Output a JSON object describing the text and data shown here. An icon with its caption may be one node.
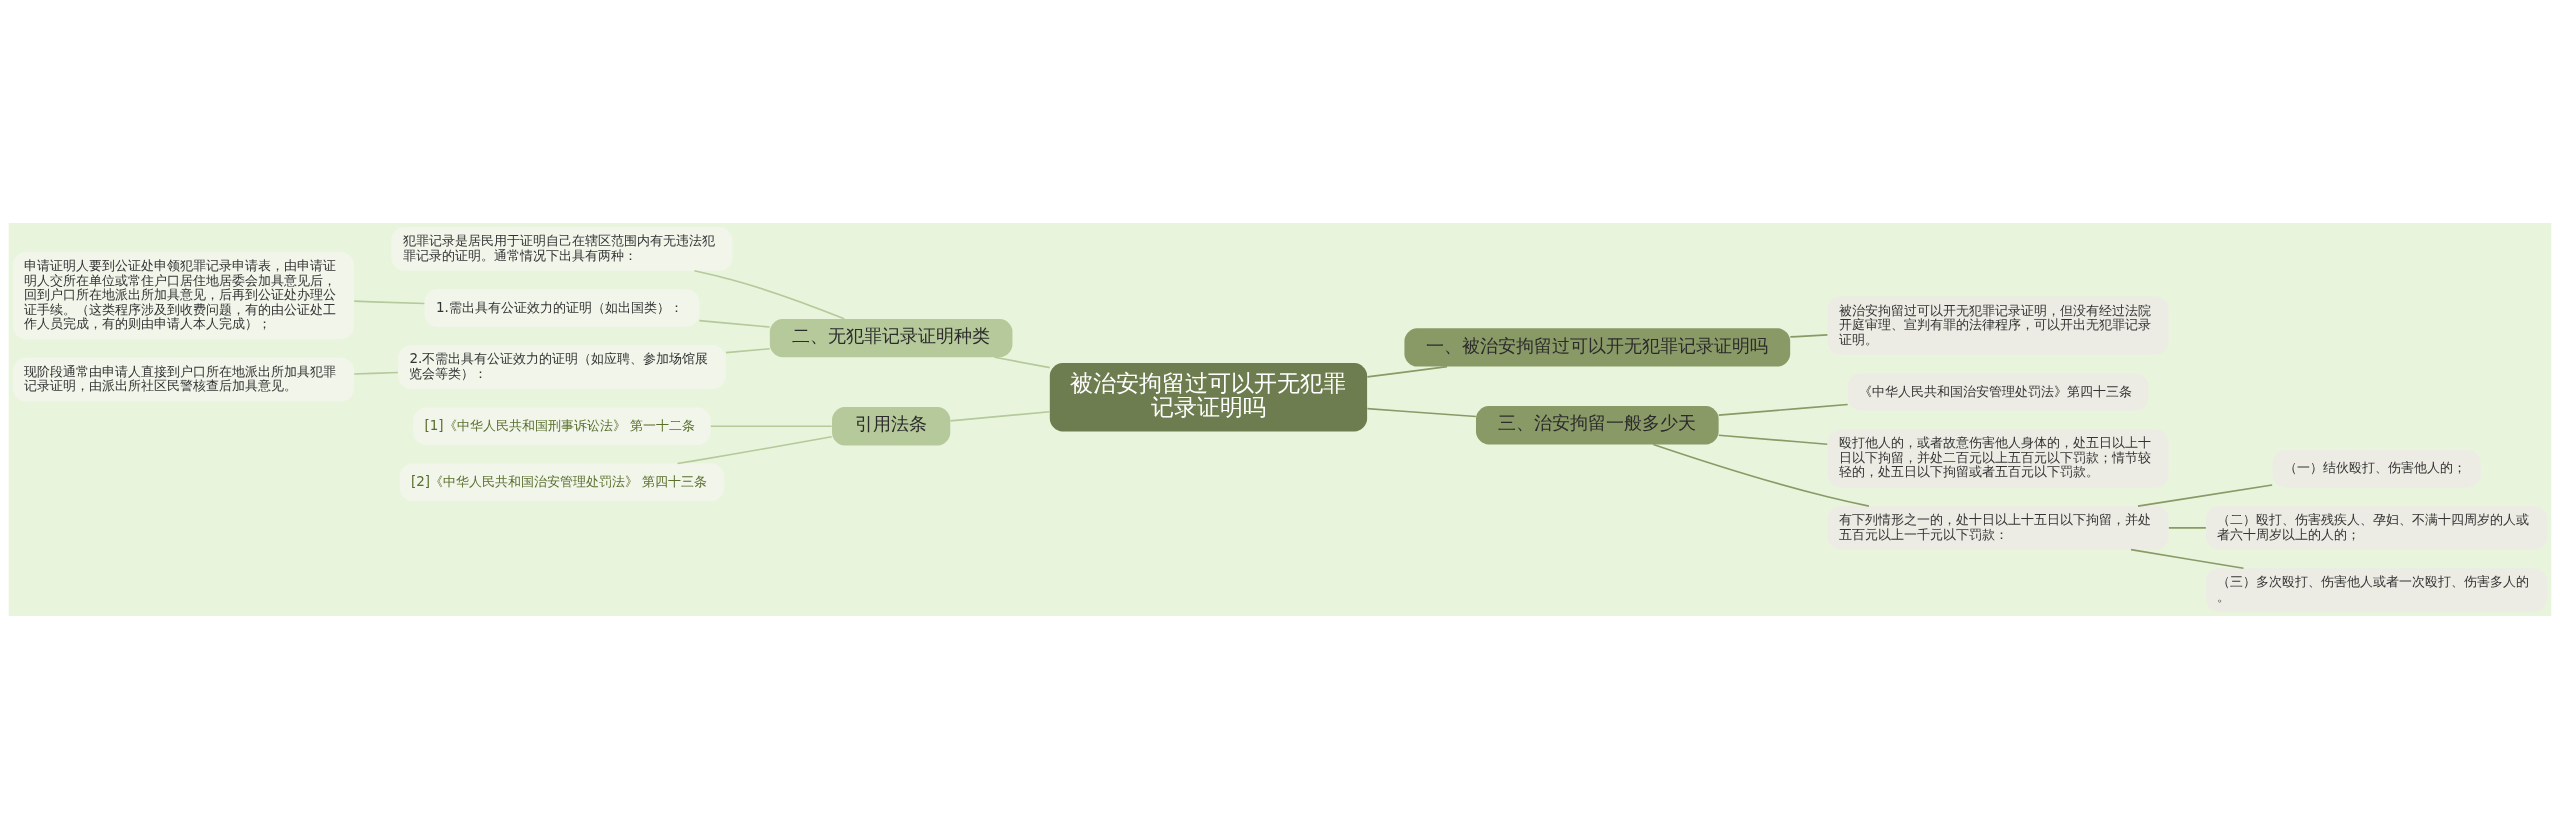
{
  "diagram": {
    "nodes": [
      {
        "text": [
          "被治安拘留过可以开无犯罪记录证明吗"
        ]
      },
      {
        "text": [
          "一、被治安拘留过可以开无犯罪记录证明吗"
        ]
      },
      {
        "text": [
          "被治安拘留过可以开无犯罪记录证明，但没有经过法院开庭审理、宣判有罪的法律程序，可以开出无犯罪记录证明。"
        ]
      },
      {
        "text": [
          "二、无犯罪记录证明种类"
        ]
      },
      {
        "text": [
          "犯罪记录是居民用于证明自己在辖区范围内有无违法犯罪记录的证明。通常情况下出具有两种："
        ]
      },
      {
        "text": [
          "1.需出具有公证效力的证明（如出国类）："
        ]
      },
      {
        "text": [
          "申请证明人要到公证处申领犯罪记录申请表，由申请证明人交所在单位或常住户口居住地居委会加具意见后，回到户口所在地派出所加具意见，后再到公证处办理公证手续。（这类程序涉及到收费问题，有的由公证处工作人员完成，有的则由申请人本人完成）；"
        ]
      },
      {
        "text": [
          "2.不需出具有公证效力的证明（如应聘、参加场馆展览会等类）："
        ]
      },
      {
        "text": [
          "现阶段通常由申请人直接到户口所在地派出所加具犯罪记录证明，由派出所社区民警核查后加具意见。"
        ]
      },
      {
        "text": [
          "三、治安拘留一般多少天"
        ]
      },
      {
        "text": [
          "《中华人民共和国治安管理处罚法》第四十三条"
        ]
      },
      {
        "text": [
          "殴打他人的，或者故意伤害他人身体的，处五日以上十日以下拘留，并处二百元以上五百元以下罚款；情节较轻的，处五日以下拘留或者五百元以下罚款。"
        ]
      },
      {
        "text": [
          "有下列情形之一的，处十日以上十五日以下拘留，并处五百元以上一千元以下罚款："
        ]
      },
      {
        "text": [
          "（一）结伙殴打、伤害他人的；"
        ]
      },
      {
        "text": [
          "（二）殴打、伤害残疾人、孕妇、不满十四周岁的人或者六十周岁以上的人的；"
        ]
      },
      {
        "text": [
          "（三）多次殴打、伤害他人或者一次殴打、伤害多人的。"
        ]
      },
      {
        "text": [
          "引用法条"
        ]
      },
      {
        "text": [
          "[1]《中华人民共和国刑事诉讼法》 第一十二条"
        ]
      },
      {
        "text": [
          "[2]《中华人民共和国治安管理处罚法》 第四十三条"
        ]
      }
    ],
    "edges": [
      {
        "from": 0,
        "to": 1,
        "arrow": "none"
      },
      {
        "from": 1,
        "to": 2,
        "arrow": "none"
      },
      {
        "from": 0,
        "to": 3,
        "arrow": "none"
      },
      {
        "from": 3,
        "to": 4,
        "arrow": "none"
      },
      {
        "from": 3,
        "to": 5,
        "arrow": "none"
      },
      {
        "from": 5,
        "to": 6,
        "arrow": "none"
      },
      {
        "from": 3,
        "to": 7,
        "arrow": "none"
      },
      {
        "from": 7,
        "to": 8,
        "arrow": "none"
      },
      {
        "from": 0,
        "to": 9,
        "arrow": "none"
      },
      {
        "from": 9,
        "to": 10,
        "arrow": "none"
      },
      {
        "from": 9,
        "to": 11,
        "arrow": "none"
      },
      {
        "from": 9,
        "to": 12,
        "arrow": "none"
      },
      {
        "from": 12,
        "to": 13,
        "arrow": "none"
      },
      {
        "from": 12,
        "to": 14,
        "arrow": "none"
      },
      {
        "from": 12,
        "to": 15,
        "arrow": "none"
      },
      {
        "from": 0,
        "to": 16,
        "arrow": "none"
      },
      {
        "from": 16,
        "to": 17,
        "arrow": "none"
      },
      {
        "from": 16,
        "to": 18,
        "arrow": "none"
      }
    ]
  }
}
